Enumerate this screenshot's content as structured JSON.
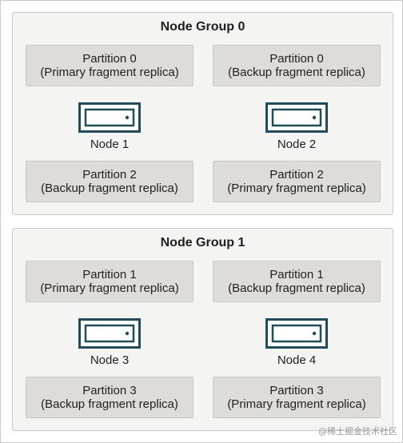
{
  "groups": [
    {
      "title": "Node Group 0",
      "partitions": [
        {
          "name": "Partition 0",
          "role": "(Primary fragment replica)"
        },
        {
          "name": "Partition 0",
          "role": "(Backup fragment replica)"
        },
        {
          "name": "Partition 2",
          "role": "(Backup fragment replica)"
        },
        {
          "name": "Partition 2",
          "role": "(Primary fragment replica)"
        }
      ],
      "nodes": [
        {
          "label": "Node 1",
          "icon": "server-icon"
        },
        {
          "label": "Node 2",
          "icon": "server-icon"
        }
      ]
    },
    {
      "title": "Node Group 1",
      "partitions": [
        {
          "name": "Partition 1",
          "role": "(Primary fragment replica)"
        },
        {
          "name": "Partition 1",
          "role": "(Backup fragment replica)"
        },
        {
          "name": "Partition 3",
          "role": "(Backup fragment replica)"
        },
        {
          "name": "Partition 3",
          "role": "(Primary fragment replica)"
        }
      ],
      "nodes": [
        {
          "label": "Node 3",
          "icon": "server-icon"
        },
        {
          "label": "Node 4",
          "icon": "server-icon"
        }
      ]
    }
  ],
  "watermark": "@稀土掘金技术社区",
  "colors": {
    "server_stroke": "#1e4d5c",
    "partition_fill": "#dddcd9",
    "group_fill": "#f4f4f2"
  }
}
